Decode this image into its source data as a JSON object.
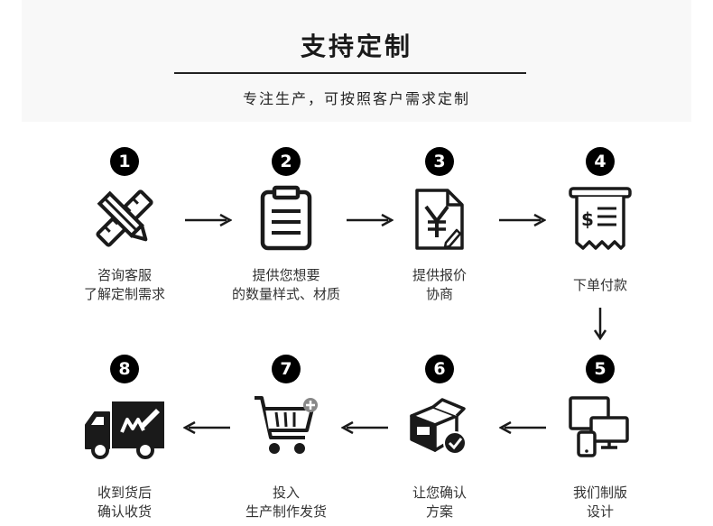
{
  "header": {
    "title": "支持定制",
    "subtitle": "专注生产，可按照客户需求定制"
  },
  "steps": [
    {
      "number": "1",
      "line1": "咨询客服",
      "line2": "了解定制需求",
      "icon": "ruler-pencil-icon"
    },
    {
      "number": "2",
      "line1": "提供您想要",
      "line2": "的数量样式、材质",
      "icon": "clipboard-icon"
    },
    {
      "number": "3",
      "line1": "提供报价",
      "line2": "协商",
      "icon": "yuan-document-icon"
    },
    {
      "number": "4",
      "line1": "下单付款",
      "line2": "",
      "icon": "receipt-icon"
    },
    {
      "number": "5",
      "line1": "我们制版",
      "line2": "设计",
      "icon": "devices-icon"
    },
    {
      "number": "6",
      "line1": "让您确认",
      "line2": "方案",
      "icon": "box-check-icon"
    },
    {
      "number": "7",
      "line1": "投入",
      "line2": "生产制作发货",
      "icon": "shopping-cart-icon"
    },
    {
      "number": "8",
      "line1": "收到货后",
      "line2": "确认收货",
      "icon": "delivery-truck-icon"
    }
  ],
  "colors": {
    "ink": "#1a1a1a",
    "header_bg": "#f8f8f8"
  }
}
